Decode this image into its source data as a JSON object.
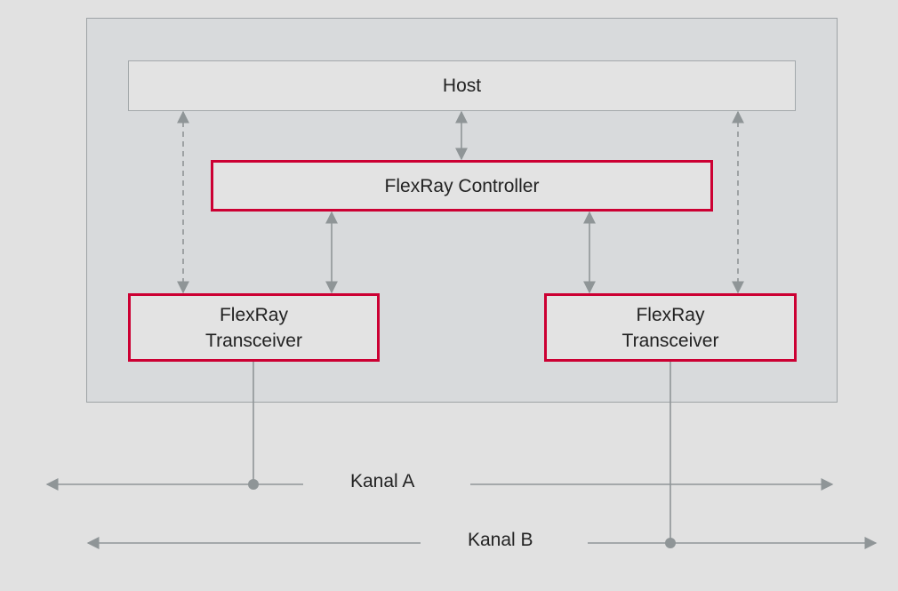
{
  "diagram": {
    "host": {
      "label": "Host"
    },
    "controller": {
      "label": "FlexRay Controller"
    },
    "transceivers": [
      {
        "line1": "FlexRay",
        "line2": "Transceiver"
      },
      {
        "line1": "FlexRay",
        "line2": "Transceiver"
      }
    ],
    "channels": [
      {
        "label": "Kanal A"
      },
      {
        "label": "Kanal B"
      }
    ],
    "colors": {
      "background": "#e1e1e1",
      "frame_fill": "#d8dadc",
      "frame_border": "#9ea3a6",
      "accent_border": "#cc0033",
      "connector": "#8f9597",
      "text": "#222222"
    }
  }
}
